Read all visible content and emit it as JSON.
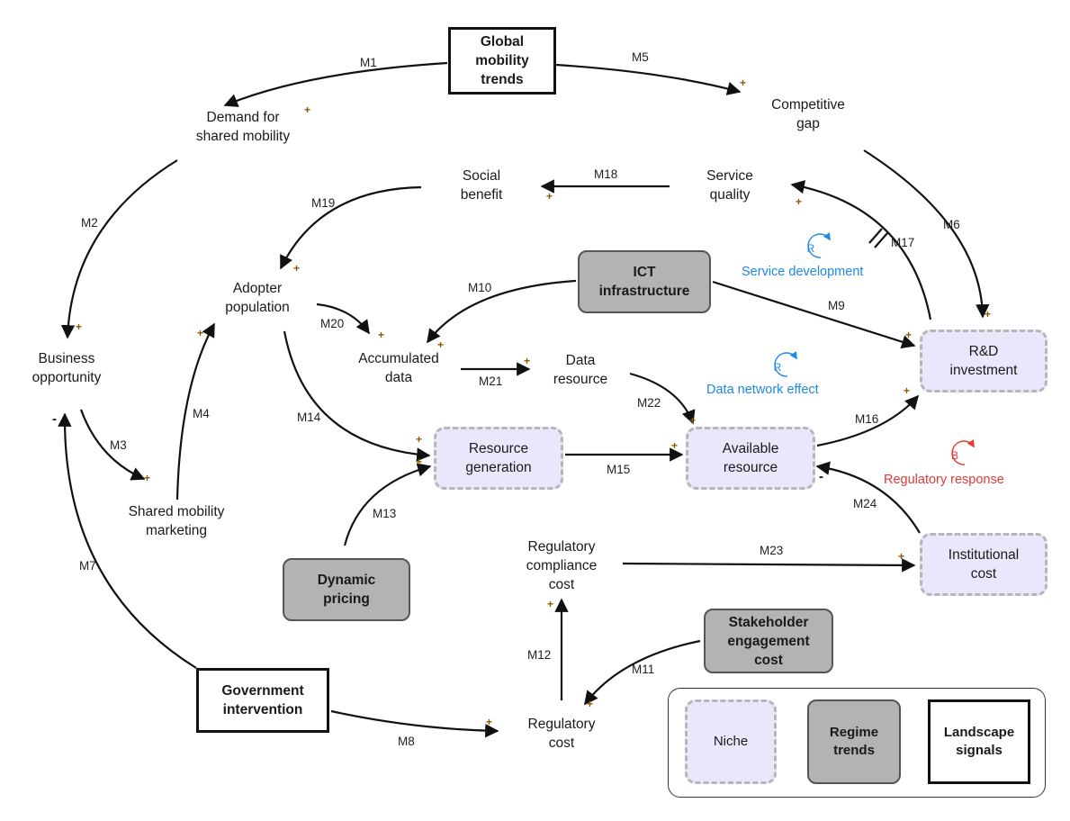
{
  "colors": {
    "niche_fill": "#e9e7fb",
    "regime_fill": "#b3b3b3",
    "reinforcing_loop": "#1e88e5",
    "balancing_loop": "#e53935",
    "arrow": "#111111"
  },
  "nodes": {
    "global_mobility_trends": "Global\nmobility\ntrends",
    "demand_for_shared_mobility": "Demand for\nshared mobility",
    "competitive_gap": "Competitive\ngap",
    "social_benefit": "Social\nbenefit",
    "service_quality": "Service\nquality",
    "ict_infrastructure": "ICT\ninfrastructure",
    "adopter_population": "Adopter\npopulation",
    "business_opportunity": "Business\nopportunity",
    "accumulated_data": "Accumulated\ndata",
    "data_resource": "Data\nresource",
    "rd_investment": "R&D\ninvestment",
    "resource_generation": "Resource\ngeneration",
    "available_resource": "Available\nresource",
    "shared_mobility_marketing": "Shared mobility\nmarketing",
    "regulatory_compliance_cost": "Regulatory\ncompliance\ncost",
    "institutional_cost": "Institutional\ncost",
    "dynamic_pricing": "Dynamic\npricing",
    "stakeholder_engagement_cost": "Stakeholder\nengagement\ncost",
    "government_intervention": "Government\nintervention",
    "regulatory_cost": "Regulatory\ncost"
  },
  "links": {
    "m1": "M1",
    "m2": "M2",
    "m3": "M3",
    "m4": "M4",
    "m5": "M5",
    "m6": "M6",
    "m7": "M7",
    "m8": "M8",
    "m9": "M9",
    "m10": "M10",
    "m11": "M11",
    "m12": "M12",
    "m13": "M13",
    "m14": "M14",
    "m15": "M15",
    "m16": "M16",
    "m17": "M17",
    "m18": "M18",
    "m19": "M19",
    "m20": "M20",
    "m21": "M21",
    "m22": "M22",
    "m23": "M23",
    "m24": "M24"
  },
  "polarity": {
    "positive": "+",
    "negative": "-"
  },
  "loops": {
    "service_development": {
      "letter": "R",
      "name": "Service development"
    },
    "data_network_effect": {
      "letter": "R",
      "name": "Data network effect"
    },
    "regulatory_response": {
      "letter": "B",
      "name": "Regulatory response"
    }
  },
  "legend": {
    "niche": "Niche",
    "regime": "Regime\ntrends",
    "landscape": "Landscape\nsignals"
  }
}
